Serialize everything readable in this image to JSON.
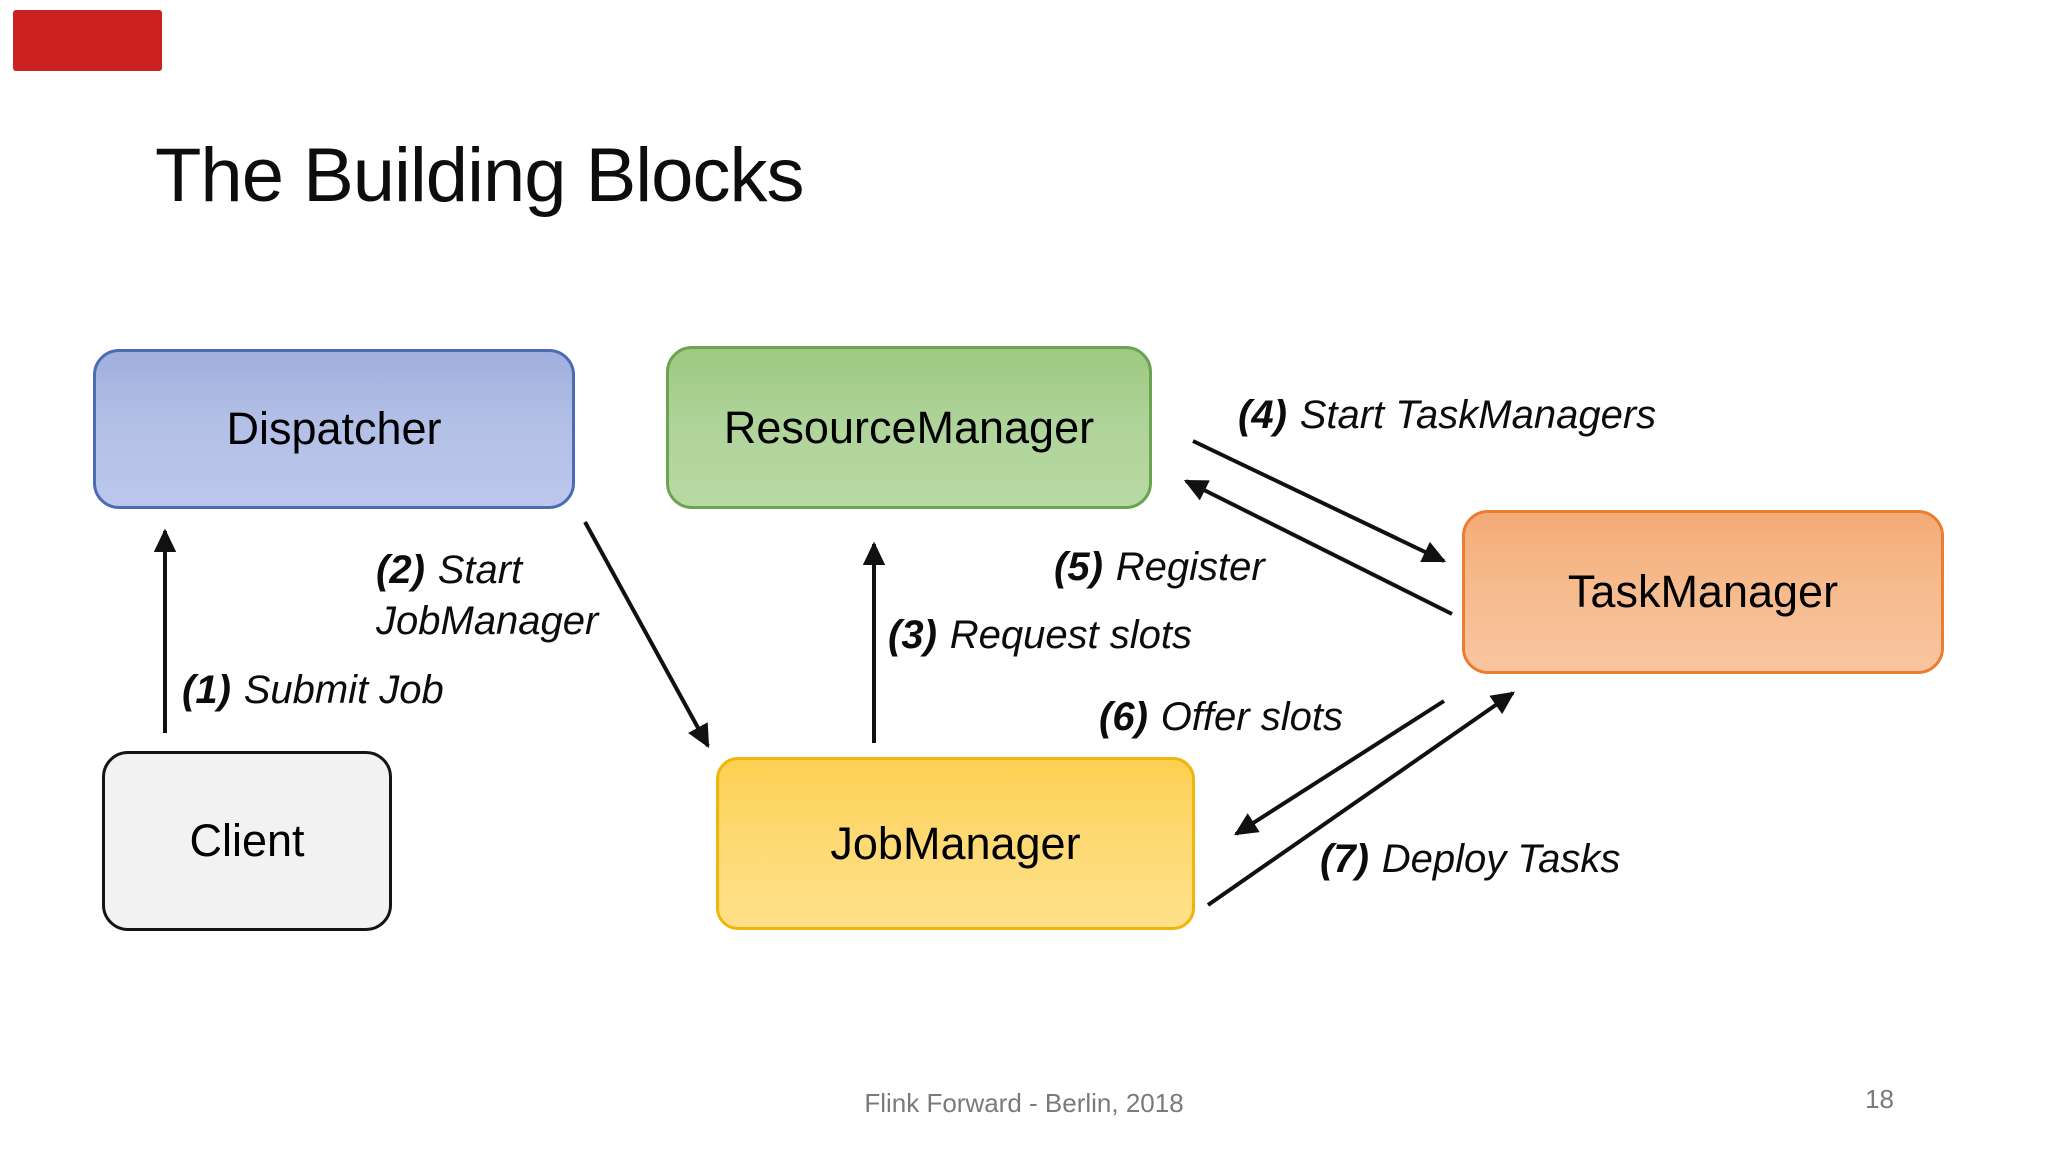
{
  "slide": {
    "title": "The Building Blocks",
    "footer": "Flink Forward - Berlin, 2018",
    "page_number": "18",
    "background_color": "#ffffff",
    "accent_bar_color": "#cb2120"
  },
  "diagram": {
    "nodes": [
      {
        "id": "dispatcher",
        "label": "Dispatcher",
        "fill": "#aab8e2",
        "border": "#4d6bb5",
        "text_color": "#000000"
      },
      {
        "id": "resource-manager",
        "label": "ResourceManager",
        "fill": "#aed399",
        "border": "#6aa450",
        "text_color": "#000000"
      },
      {
        "id": "task-manager",
        "label": "TaskManager",
        "fill": "#f6ba8c",
        "border": "#ec7c31",
        "text_color": "#000000"
      },
      {
        "id": "client",
        "label": "Client",
        "fill": "#f2f2f2",
        "border": "#141414",
        "text_color": "#000000"
      },
      {
        "id": "job-manager",
        "label": "JobManager",
        "fill": "#fed972",
        "border": "#f1b40a",
        "text_color": "#000000"
      }
    ],
    "edges": [
      {
        "num": "(1)",
        "label": "Submit Job",
        "from": "Client",
        "to": "Dispatcher"
      },
      {
        "num": "(2)",
        "label": "Start JobManager",
        "from": "Dispatcher",
        "to": "JobManager"
      },
      {
        "num": "(3)",
        "label": "Request slots",
        "from": "JobManager",
        "to": "ResourceManager"
      },
      {
        "num": "(4)",
        "label": "Start TaskManagers",
        "from": "ResourceManager",
        "to": "TaskManager"
      },
      {
        "num": "(5)",
        "label": "Register",
        "from": "TaskManager",
        "to": "ResourceManager"
      },
      {
        "num": "(6)",
        "label": "Offer slots",
        "from": "TaskManager",
        "to": "JobManager"
      },
      {
        "num": "(7)",
        "label": "Deploy Tasks",
        "from": "JobManager",
        "to": "TaskManager"
      }
    ]
  }
}
